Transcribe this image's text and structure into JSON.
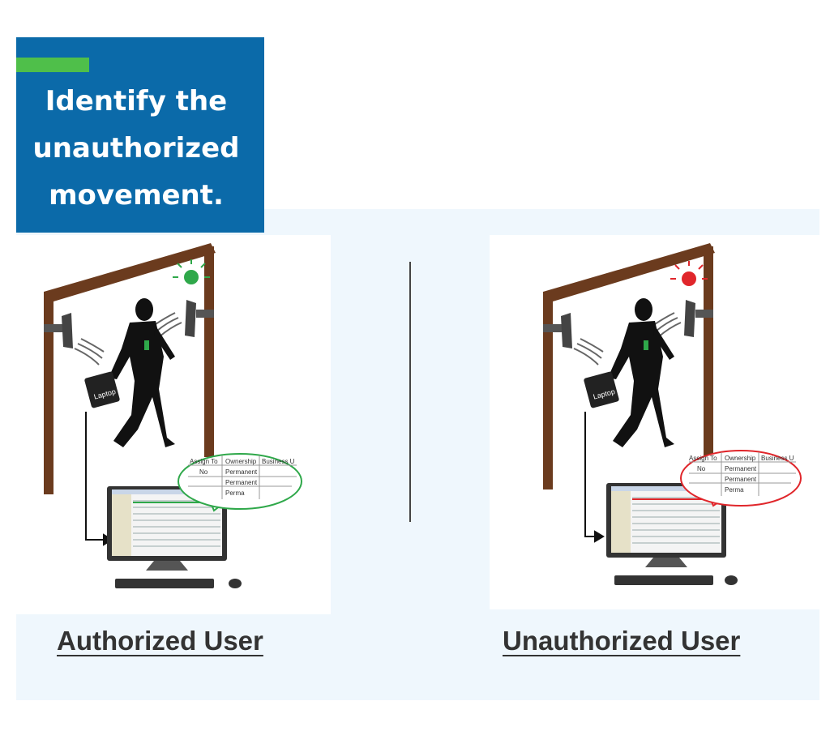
{
  "header": {
    "title_lines": [
      "Identify the",
      "unauthorized",
      "movement."
    ]
  },
  "scenes": [
    {
      "caption": "Authorized User",
      "status_color": "#2fa84a",
      "popup": {
        "columns": [
          "Assign To",
          "Ownership",
          "Business U"
        ],
        "assign_value": "No",
        "ownership_rows": [
          "Permanent",
          "Permanent",
          "Perma"
        ]
      },
      "bag_label": "Laptop"
    },
    {
      "caption": "Unauthorized User",
      "status_color": "#e0262b",
      "popup": {
        "columns": [
          "Assign To",
          "Ownership",
          "Business U"
        ],
        "assign_value": "No",
        "ownership_rows": [
          "Permanent",
          "Permanent",
          "Perma"
        ]
      },
      "bag_label": "Laptop"
    }
  ],
  "colors": {
    "title_bg": "#0b6aa9",
    "accent": "#4fbf4a",
    "panel_bg": "#eff7fd",
    "door_frame": "#6b3b1e"
  }
}
